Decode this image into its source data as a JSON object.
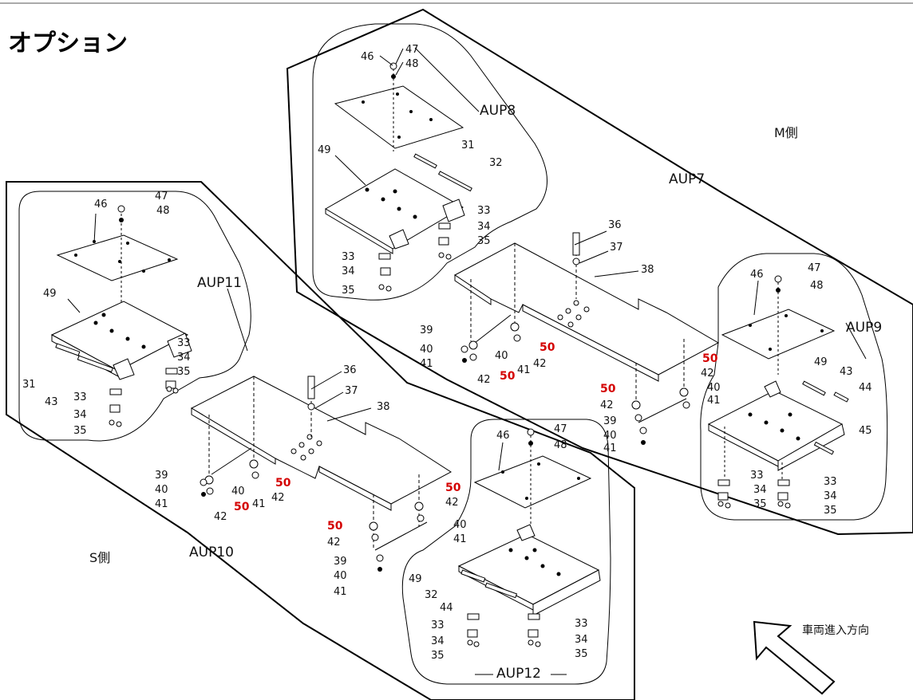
{
  "title": "オプション",
  "sides": {
    "m": "M側",
    "s": "S側"
  },
  "direction_label": "車両進入方向",
  "groups": {
    "aup7": "AUP7",
    "aup8": "AUP8",
    "aup9": "AUP9",
    "aup10": "AUP10",
    "aup11": "AUP11",
    "aup12": "AUP12"
  },
  "parts": {
    "p31": "31",
    "p32": "32",
    "p33": "33",
    "p34": "34",
    "p35": "35",
    "p36": "36",
    "p37": "37",
    "p38": "38",
    "p39": "39",
    "p40": "40",
    "p41": "41",
    "p42": "42",
    "p43": "43",
    "p44": "44",
    "p45": "45",
    "p46": "46",
    "p47": "47",
    "p48": "48",
    "p49": "49",
    "p50": "50"
  },
  "colors": {
    "highlight_part": "#d40000",
    "line": "#000000"
  }
}
